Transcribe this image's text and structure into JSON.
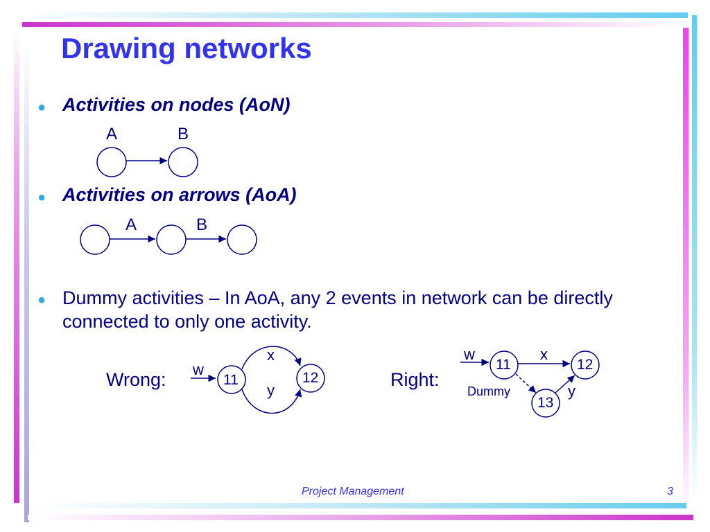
{
  "title": "Drawing networks",
  "bullets": {
    "aon": "Activities on nodes (AoN)",
    "aoa": "Activities on arrows (AoA)",
    "dummy_line1": "Dummy activities – In AoA, any 2 events in network can be directly",
    "dummy_line2": "connected to only one activity."
  },
  "aon_diagram": {
    "label_a": "A",
    "label_b": "B"
  },
  "aoa_diagram": {
    "label_a": "A",
    "label_b": "B"
  },
  "wrong_diagram": {
    "label": "Wrong:",
    "arrow_w": "w",
    "node_11": "11",
    "node_12": "12",
    "arrow_x": "x",
    "arrow_y": "y"
  },
  "right_diagram": {
    "label": "Right:",
    "arrow_w": "w",
    "node_11": "11",
    "node_12": "12",
    "node_13": "13",
    "arrow_x": "x",
    "arrow_y": "y",
    "dummy_label": "Dummy"
  },
  "footer": {
    "course": "Project Management",
    "page": "3"
  },
  "colors": {
    "title": "#3333ee",
    "text": "#000080",
    "bullet": "#33aadd",
    "accent_magenta": "#cc33cc",
    "accent_cyan": "#66ccee"
  }
}
